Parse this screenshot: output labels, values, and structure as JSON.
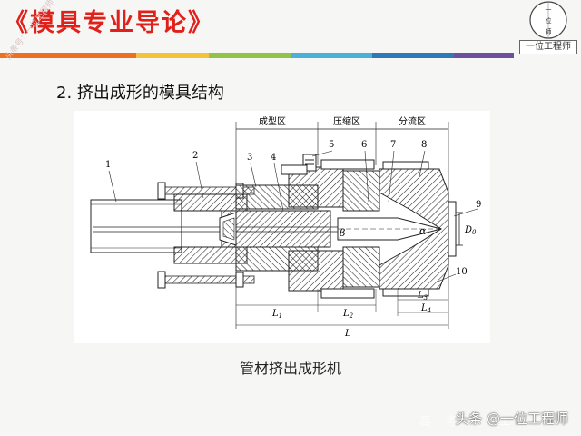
{
  "slide": {
    "title": "《模具专业导论》",
    "heading": "2.  挤出成形的模具结构",
    "caption": "管材挤出成形机",
    "logo_text": "一位工程师",
    "watermark": "头条号：一位工程师",
    "credit": "头条 @一位工程师",
    "credit_faint": "高 考 育 工"
  },
  "band_colors": [
    "#ef6f22",
    "#f3c23a",
    "#93c24b",
    "#4bb0d8",
    "#2e7ab8",
    "#6c4f9e"
  ],
  "figure": {
    "zone_labels": [
      "成型区",
      "压缩区",
      "分流区"
    ],
    "part_numbers": [
      "1",
      "2",
      "3",
      "4",
      "5",
      "6",
      "7",
      "8",
      "9",
      "10"
    ],
    "dimension_labels": {
      "L1": "L",
      "L1_sub": "1",
      "L2": "L",
      "L2_sub": "2",
      "L3": "L",
      "L3_sub": "3",
      "L4": "L",
      "L4_sub": "4",
      "L": "L",
      "D0": "D",
      "D0_sub": "0",
      "beta": "β",
      "alpha": "α"
    }
  }
}
